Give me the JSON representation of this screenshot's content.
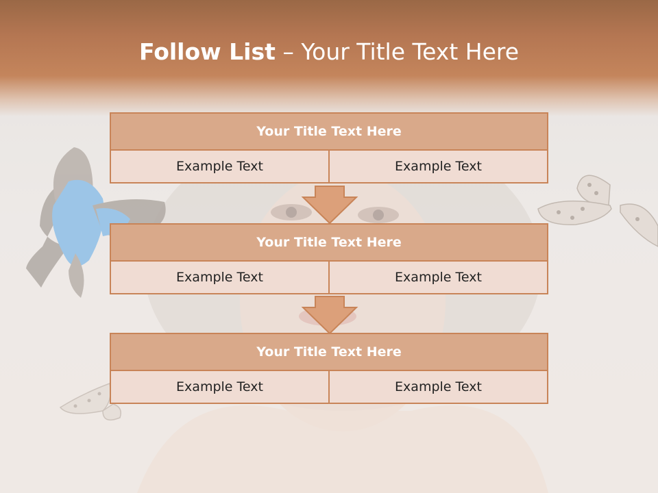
{
  "slide": {
    "title_bold": "Follow List",
    "title_rest": " – Your Title Text Here"
  },
  "blocks": [
    {
      "title": "Your Title Text Here",
      "left": "Example Text",
      "right": "Example Text"
    },
    {
      "title": "Your Title Text Here",
      "left": "Example Text",
      "right": "Example Text"
    },
    {
      "title": "Your Title Text Here",
      "left": "Example Text",
      "right": "Example Text"
    }
  ],
  "colors": {
    "header_band": "#c4855c",
    "box_border": "#c88458",
    "title_fill": "#d9a98a",
    "cell_fill": "#f0dcd3",
    "arrow_fill": "#dca07a"
  },
  "icons": [
    "blue-butterfly-icon",
    "spotted-butterfly-icon",
    "down-arrow-icon"
  ]
}
